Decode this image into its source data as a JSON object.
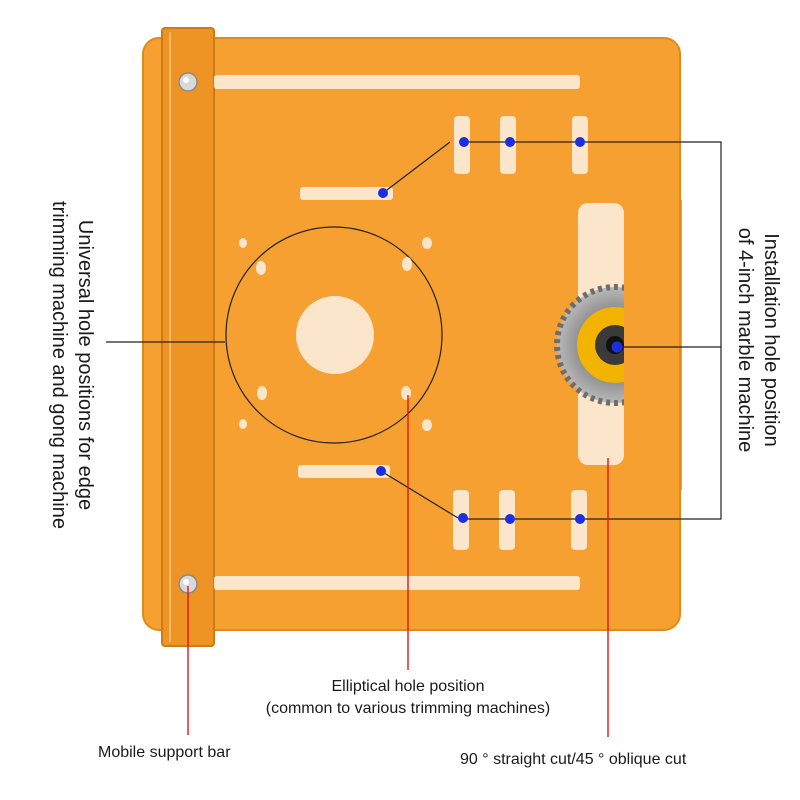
{
  "colors": {
    "plate": "#f5a030",
    "plate_edge": "#e08a1a",
    "bar": "#ee9424",
    "slot": "#fbe6cc",
    "marker": "#1a2fe0",
    "leader": "#222222",
    "red_line": "#e01818",
    "blade": "#9a9a9a",
    "blade_label": "#f2b400"
  },
  "icons": {
    "markers": "blue-dot-icon",
    "screws": "screw-head-icon",
    "blade": "saw-blade-icon"
  },
  "labels": {
    "left": {
      "line1": "Universal hole positions for edge",
      "line2": "trimming machine and gong machine"
    },
    "right": {
      "line1": "Installation hole position",
      "line2": "of 4-inch marble machine"
    },
    "elliptical": {
      "line1": "Elliptical hole position",
      "line2": "(common to various trimming machines)"
    },
    "support_bar": "Mobile support bar",
    "cut": "90 ° straight cut/45 ° oblique cut"
  }
}
